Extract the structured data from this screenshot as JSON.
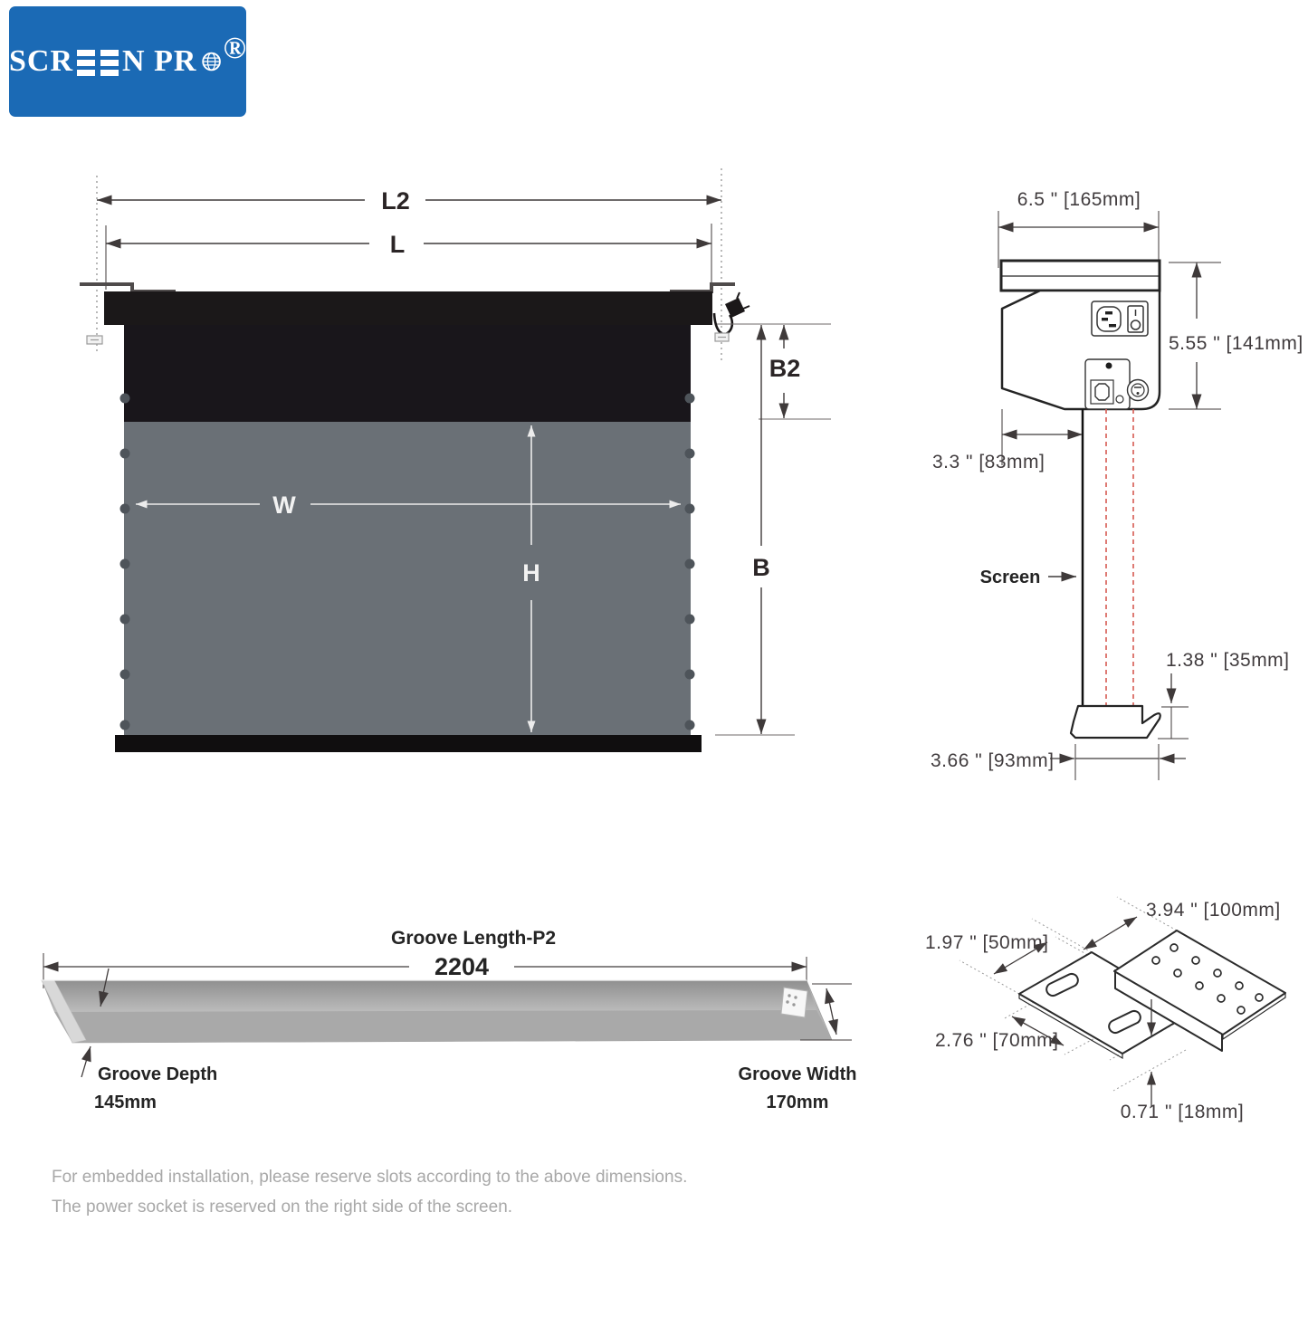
{
  "logo": {
    "part1": "SCR",
    "part2": "N PR",
    "reg": "®"
  },
  "front_view": {
    "l2": "L2",
    "l": "L",
    "w": "W",
    "h": "H",
    "b2": "B2",
    "b": "B"
  },
  "side_view": {
    "top_width": "6.5 \" [165mm]",
    "case_height": "5.55 \" [141mm]",
    "back_offset": "3.3 \" [83mm]",
    "screen_label": "Screen",
    "bar_height": "1.38 \" [35mm]",
    "bar_width": "3.66 \" [93mm]"
  },
  "groove": {
    "title": "Groove Length-P2",
    "length_value": "2204",
    "depth_label": "Groove Depth",
    "depth_value": "145mm",
    "width_label": "Groove Width",
    "width_value": "170mm"
  },
  "bracket": {
    "top": "3.94 \" [100mm]",
    "side": "1.97 \" [50mm]",
    "bottom": "2.76 \" [70mm]",
    "step": "0.71 \" [18mm]"
  },
  "notes": {
    "line1": "For embedded installation, please reserve slots according to the above dimensions.",
    "line2": "The power socket is reserved on the right side of the screen."
  },
  "colors": {
    "logo_blue": "#1b6ab5",
    "screen_gray": "#6a7076",
    "case_black": "#1b1819",
    "red_dash": "#d65a52"
  }
}
